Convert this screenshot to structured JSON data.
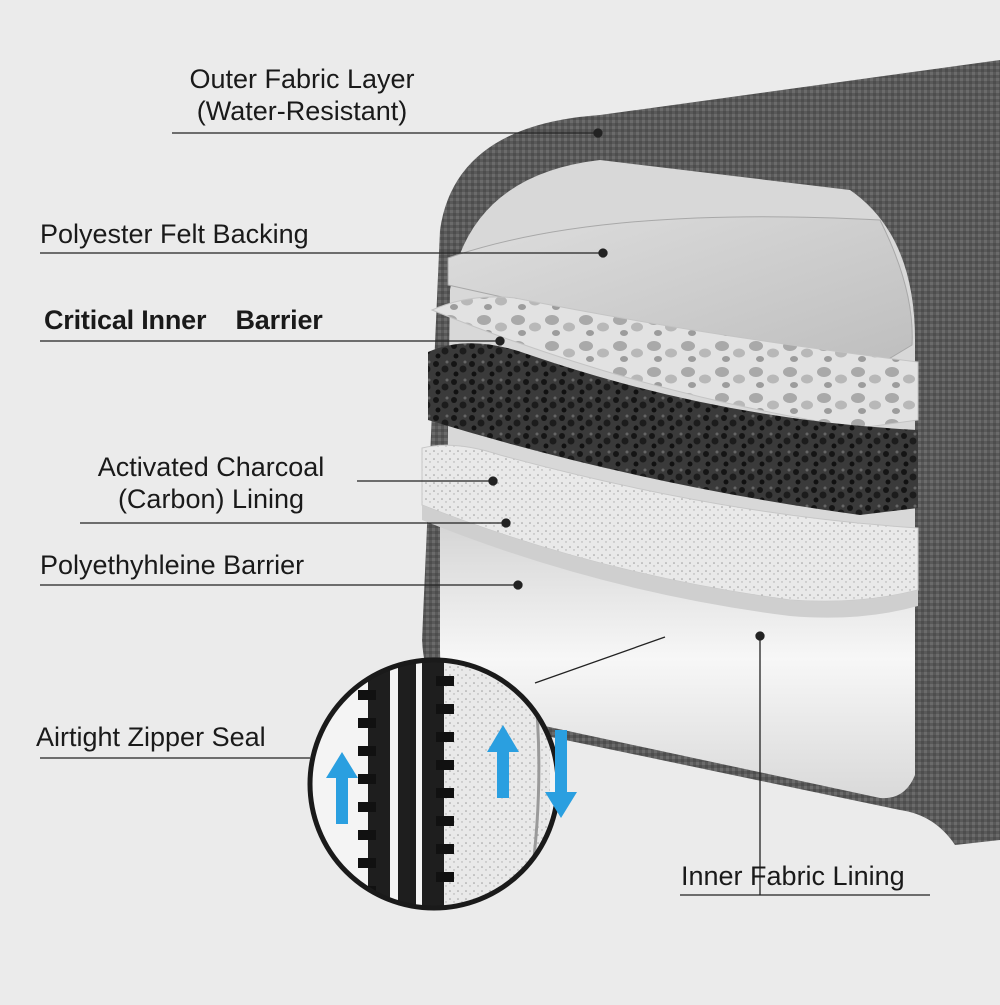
{
  "labels": {
    "outer_fabric": {
      "line1": "Outer Fabric Layer",
      "line2": "(Water-Resistant)"
    },
    "felt_backing": "Polyester Felt Backing",
    "inner_barrier": "Critical Inner    Barrier",
    "charcoal": {
      "line1": "Activated Charcoal",
      "line2": "(Carbon) Lining"
    },
    "polyethylene": "Polyethyhleine Barrier",
    "zipper": "Airtight Zipper Seal",
    "inner_lining": "Inner Fabric Lining"
  },
  "colors": {
    "background": "#ebebeb",
    "outer_fabric": "#5a5a5a",
    "felt": "#cfcfcf",
    "barrier": "#d9d9d9",
    "charcoal": "#2e2e2e",
    "polyethylene": "#e8e8e8",
    "lining": "#f2f2f2",
    "arrow": "#2a9fe0"
  },
  "icons": [
    "arrow-up-icon",
    "arrow-down-icon"
  ]
}
